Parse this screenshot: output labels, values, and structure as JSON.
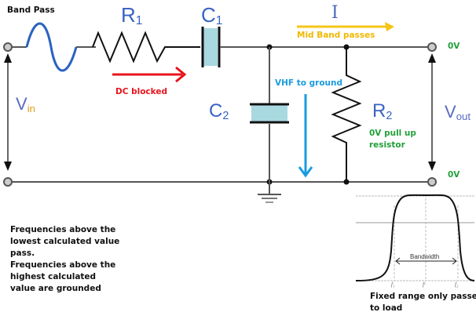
{
  "title": "Band Pass",
  "components": {
    "r1": {
      "letter": "R",
      "sub": "1"
    },
    "c1": {
      "letter": "C",
      "sub": "1"
    },
    "c2": {
      "letter": "C",
      "sub": "2"
    },
    "r2": {
      "letter": "R",
      "sub": "2"
    },
    "current": "I",
    "vin": {
      "letter": "V",
      "sub": "in"
    },
    "vout": {
      "letter": "V",
      "sub": "out"
    }
  },
  "annotations": {
    "dc_blocked": "DC blocked",
    "mid_band": "Mid Band passes",
    "vhf_ground": "VHF to ground",
    "pull_up_line1": "0V pull up",
    "pull_up_line2": "resistor",
    "zero_v_top": "0V",
    "zero_v_bottom": "0V"
  },
  "colors": {
    "dc_arrow": "#e8141c",
    "mid_band_arrow": "#f5c518",
    "vhf_arrow": "#1a9be0",
    "pull_up_text": "#22a03a",
    "source_wave": "#2b63c0",
    "capacitor_fill": "#a8d8e0"
  },
  "notes": {
    "lines": [
      "Frequencies above the",
      "lowest calculated value",
      "pass.",
      "Frequencies above the",
      "highest calculated",
      "value are  grounded"
    ]
  },
  "response": {
    "bandwidth_label": "Bandwidth",
    "f1": "f₁",
    "fc": "fᶜ",
    "f2": "f₂",
    "caption_line1": "Fixed range only passes",
    "caption_line2": "to load"
  }
}
